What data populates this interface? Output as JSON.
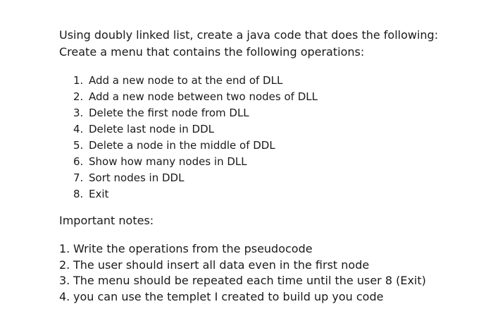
{
  "intro": {
    "line1": "Using doubly linked list, create a java code that does the following:",
    "line2": "Create a menu that contains the following operations:"
  },
  "operations": [
    {
      "num": "1.",
      "text": "Add a new node to at the end of DLL"
    },
    {
      "num": "2.",
      "text": "Add a new node between two nodes of DLL"
    },
    {
      "num": "3.",
      "text": "Delete the first node from DLL"
    },
    {
      "num": "4.",
      "text": "Delete last node in DDL"
    },
    {
      "num": "5.",
      "text": "Delete a node in the middle of DDL"
    },
    {
      "num": "6.",
      "text": "Show how many nodes in DLL"
    },
    {
      "num": "7.",
      "text": "Sort nodes in DDL"
    },
    {
      "num": "8.",
      "text": "Exit"
    }
  ],
  "notes_heading": "Important notes:",
  "notes": [
    {
      "num": "1.",
      "text": "Write the operations from the pseudocode"
    },
    {
      "num": "2.",
      "text": "The user should insert all data even in the first node"
    },
    {
      "num": "3.",
      "text": "The menu should be repeated each time until the user 8 (Exit)"
    },
    {
      "num": "4.",
      "text": "you can use the templet I created  to build up you code"
    }
  ]
}
